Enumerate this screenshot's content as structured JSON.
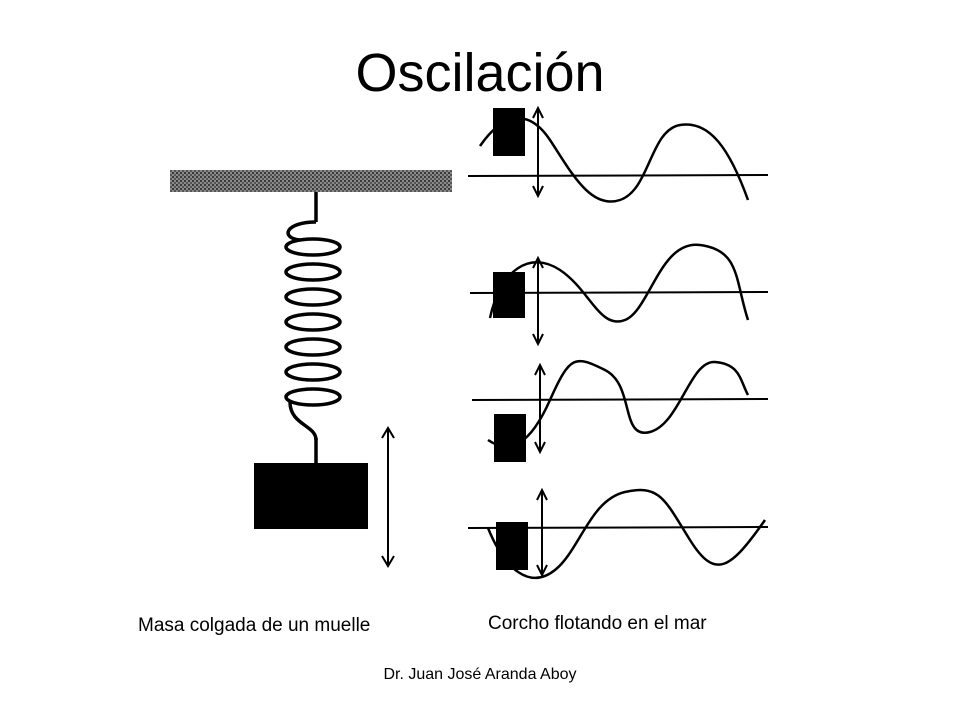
{
  "slide": {
    "title": "Oscilación",
    "caption_left": "Masa colgada de un muelle",
    "caption_right": "Corcho flotando en el mar",
    "footer": "Dr. Juan José Aranda Aboy"
  },
  "colors": {
    "ink": "#000000",
    "ceiling": "#6e6e6e",
    "background": "#ffffff"
  }
}
